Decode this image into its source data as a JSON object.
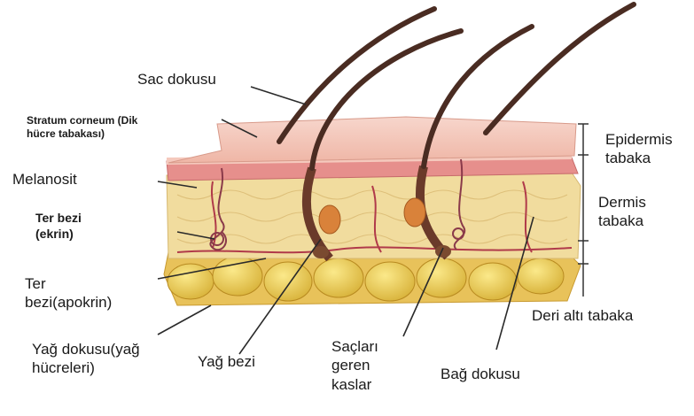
{
  "labels": {
    "sac_dokusu": "Sac dokusu",
    "stratum_corneum": "Stratum corneum (Dik\nhücre tabakası)",
    "melanosit": "Melanosit",
    "ter_bezi_ekrin": "Ter bezi\n(ekrin)",
    "ter_bezi_apokrin": "Ter\nbezi(apokrin)",
    "yag_dokusu": "Yağ dokusu(yağ\nhücreleri)",
    "yag_bezi": "Yağ bezi",
    "saclari_geren_kaslar": "Saçları\ngeren\nkaslar",
    "bag_dokusu": "Bağ dokusu",
    "deri_alti_tabaka": "Deri altı tabaka",
    "epidermis": "Epidermis\ntabaka",
    "dermis": "Dermis\ntabaka"
  },
  "colors": {
    "epidermis_top": "#f2c0b4",
    "epidermis_band": "#e48a8a",
    "dermis": "#f0dc9c",
    "fat_cells": "#f0d060",
    "hair": "#4a2c22",
    "gland": "#d9823a",
    "vessel": "#b03a4a"
  }
}
